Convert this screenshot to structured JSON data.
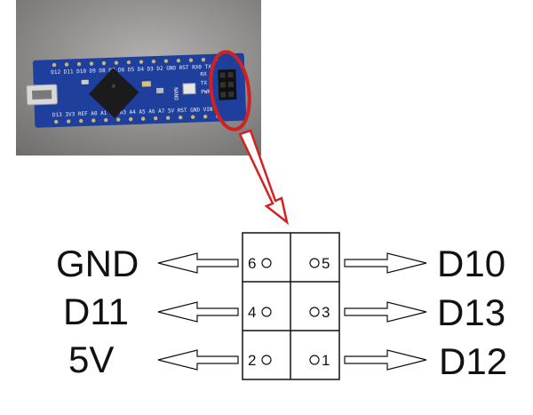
{
  "photo": {
    "background_color": "#8f8e8c",
    "board_color": "#1f3f9c",
    "board_text_top": "D12 D11 D10 D9 D8 D7 D6 D5 D4 D3 D2 GND RST RX0 TX1",
    "board_text_bottom": "D13 3V3 REF A0 A1 A2 A3 A4 A5 A6 A7 5V RST GND VIN",
    "board_label": "NANO",
    "icsp_labels": [
      "RX",
      "TX",
      "PWR"
    ],
    "highlight_color": "#d42020"
  },
  "header": {
    "pins": [
      {
        "number": "6",
        "label": "GND",
        "side": "left"
      },
      {
        "number": "5",
        "label": "D10",
        "side": "right"
      },
      {
        "number": "4",
        "label": "D11",
        "side": "left"
      },
      {
        "number": "3",
        "label": "D13",
        "side": "right"
      },
      {
        "number": "2",
        "label": "5V",
        "side": "left"
      },
      {
        "number": "1",
        "label": "D12",
        "side": "right"
      }
    ]
  }
}
